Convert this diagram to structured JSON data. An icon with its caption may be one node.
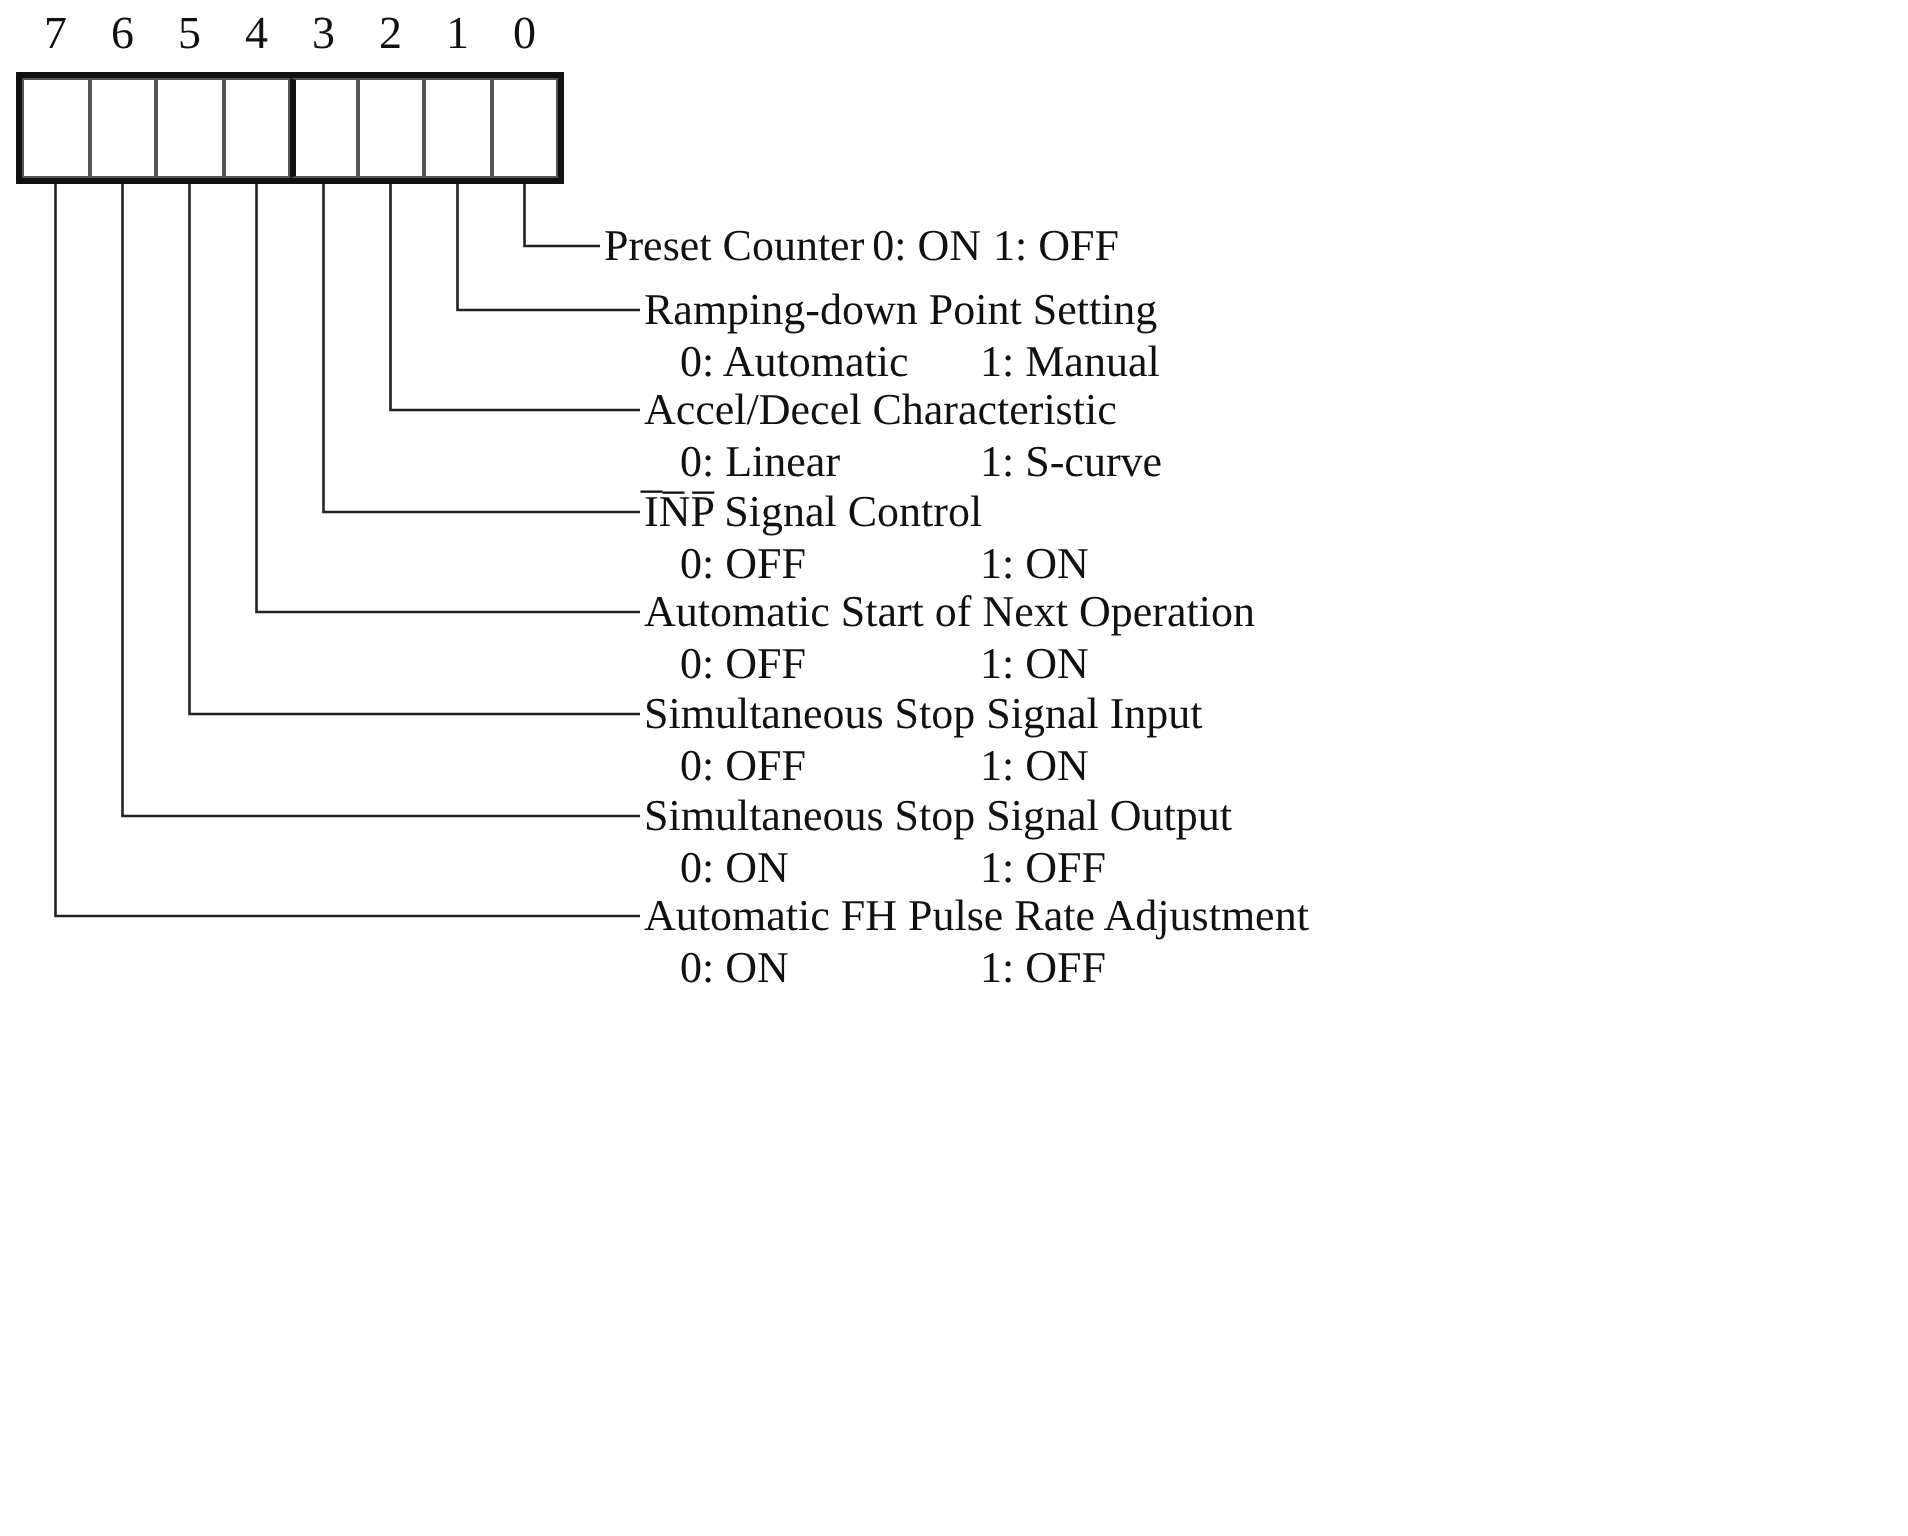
{
  "diagram": {
    "nodes": [
      {
        "text": [],
        "shape": "box",
        "beside": [
          "7"
        ]
      },
      {
        "text": [],
        "shape": "box",
        "beside": [
          "6"
        ]
      },
      {
        "text": [],
        "shape": "box",
        "beside": [
          "5"
        ]
      },
      {
        "text": [],
        "shape": "box",
        "beside": [
          "4"
        ]
      },
      {
        "text": [],
        "shape": "box",
        "beside": [
          "3"
        ]
      },
      {
        "text": [],
        "shape": "box",
        "beside": [
          "2"
        ]
      },
      {
        "text": [],
        "shape": "box",
        "beside": [
          "1"
        ]
      },
      {
        "text": [],
        "shape": "box",
        "beside": [
          "0"
        ]
      },
      {
        "text": [
          "Preset Counter",
          "0: ON",
          "1: OFF"
        ]
      },
      {
        "text": [
          "Ramping-down Point Setting",
          "0: Automatic",
          "1: Manual"
        ]
      },
      {
        "text": [
          "Accel/Decel Characteristic",
          "0: Linear",
          "1: S-curve"
        ]
      },
      {
        "text": [
          "I̅N̅P̅ Signal Control",
          "0: OFF",
          "1: ON"
        ]
      },
      {
        "text": [
          "Automatic Start of Next Operation",
          "0: OFF",
          "1: ON"
        ]
      },
      {
        "text": [
          "Simultaneous Stop Signal Input",
          "0: OFF",
          "1: ON"
        ]
      },
      {
        "text": [
          "Simultaneous Stop Signal Output",
          "0: ON",
          "1: OFF"
        ]
      },
      {
        "text": [
          "Automatic FH Pulse Rate Adjustment",
          "0: ON",
          "1: OFF"
        ]
      }
    ],
    "edges": [
      {
        "from": 7,
        "to": 8,
        "arrow": "none"
      },
      {
        "from": 6,
        "to": 9,
        "arrow": "none"
      },
      {
        "from": 5,
        "to": 10,
        "arrow": "none"
      },
      {
        "from": 4,
        "to": 11,
        "arrow": "none"
      },
      {
        "from": 3,
        "to": 12,
        "arrow": "none"
      },
      {
        "from": 2,
        "to": 13,
        "arrow": "none"
      },
      {
        "from": 1,
        "to": 14,
        "arrow": "none"
      },
      {
        "from": 0,
        "to": 15,
        "arrow": "none"
      }
    ]
  }
}
